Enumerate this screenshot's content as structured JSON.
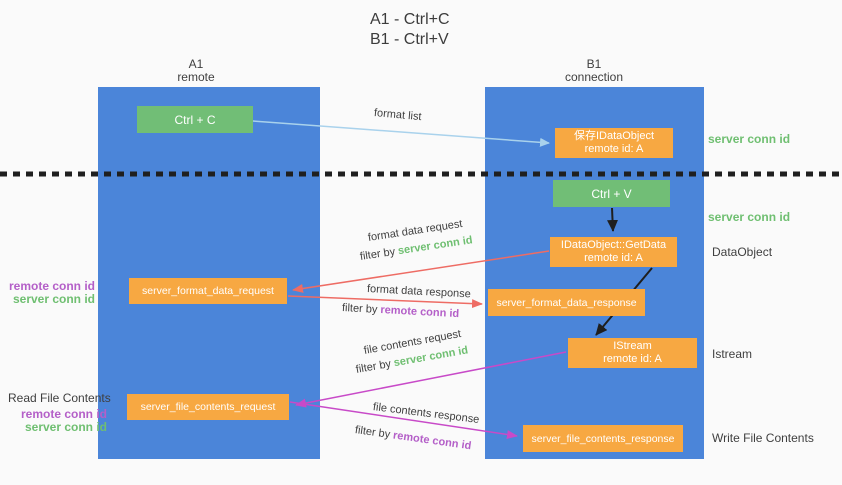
{
  "title": {
    "line1": "A1 - Ctrl+C",
    "line2": "B1 - Ctrl+V"
  },
  "columns": {
    "left": {
      "name": "A1",
      "subtitle": "remote"
    },
    "right": {
      "name": "B1",
      "subtitle": "connection"
    }
  },
  "nodes": {
    "ctrl_c": {
      "label": "Ctrl + C"
    },
    "save_idataobject": {
      "line1": "保存IDataObject",
      "line2": "remote id: A"
    },
    "ctrl_v": {
      "label": "Ctrl + V"
    },
    "getdata": {
      "line1": "IDataObject::GetData",
      "line2": "remote id: A"
    },
    "format_request": {
      "label": "server_format_data_request"
    },
    "format_response": {
      "label": "server_format_data_response"
    },
    "istream": {
      "line1": "IStream",
      "line2": "remote id: A"
    },
    "file_request": {
      "label": "server_file_contents_request"
    },
    "file_response": {
      "label": "server_file_contents_response"
    }
  },
  "right_labels": {
    "server_conn_id_top": "server conn id",
    "server_conn_id_mid": "server conn id",
    "dataobject": "DataObject",
    "istream": "Istream",
    "write_file_contents": "Write File Contents"
  },
  "left_labels": {
    "remote_conn_id_1": "remote conn id",
    "server_conn_id_1": "server conn id",
    "read_file_contents": "Read File Contents",
    "remote_conn_id_2": "remote conn id",
    "server_conn_id_2": "server conn id"
  },
  "arrow_labels": {
    "format_list": "format list",
    "format_data_request": "format data request",
    "format_data_response": "format data response",
    "file_contents_request": "file contents request",
    "file_contents_response": "file contents response",
    "filter_by": "filter by",
    "server_conn_id": "server conn id",
    "remote_conn_id": "remote conn id"
  },
  "colors": {
    "background": "#fafafa",
    "column_blue": "#4b85d9",
    "node_green": "#71be76",
    "node_orange": "#f7a842",
    "text_dark": "#3f3f3f",
    "text_green": "#6fbf71",
    "text_purple": "#b45fc8",
    "arrow_red": "#ee6c64",
    "arrow_magenta": "#c84ac8",
    "arrow_lightblue": "#a9d2ec",
    "arrow_black": "#1f1f1f"
  }
}
